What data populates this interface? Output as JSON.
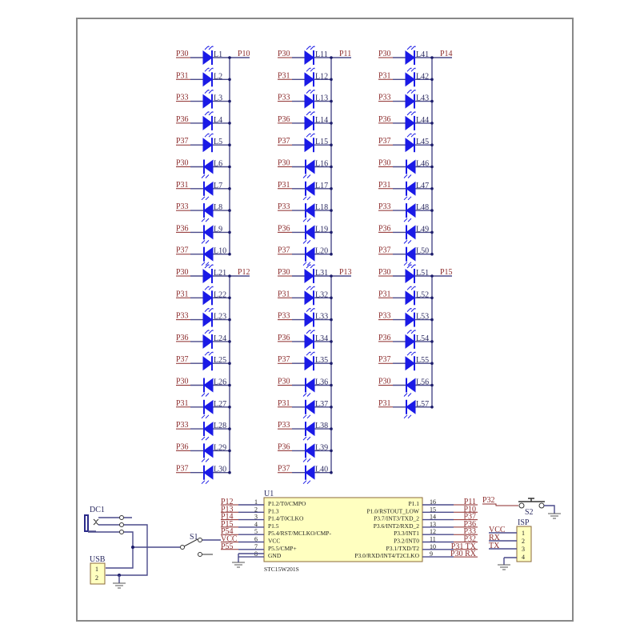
{
  "colors": {
    "net_label": "#8b2a2a",
    "wire": "#4a4a8a",
    "led": "#1a1ae6",
    "component_fill": "#ffffc0"
  },
  "led_columns": [
    {
      "groups": [
        {
          "bus_label": "P10",
          "rows": [
            {
              "net": "P30",
              "ref": "L1",
              "dir": "fwd"
            },
            {
              "net": "P31",
              "ref": "L2",
              "dir": "fwd"
            },
            {
              "net": "P33",
              "ref": "L3",
              "dir": "fwd"
            },
            {
              "net": "P36",
              "ref": "L4",
              "dir": "fwd"
            },
            {
              "net": "P37",
              "ref": "L5",
              "dir": "fwd"
            },
            {
              "net": "P30",
              "ref": "L6",
              "dir": "rev"
            },
            {
              "net": "P31",
              "ref": "L7",
              "dir": "rev"
            },
            {
              "net": "P33",
              "ref": "L8",
              "dir": "rev"
            },
            {
              "net": "P36",
              "ref": "L9",
              "dir": "rev"
            },
            {
              "net": "P37",
              "ref": "L10",
              "dir": "rev"
            }
          ]
        },
        {
          "bus_label": "P12",
          "rows": [
            {
              "net": "P30",
              "ref": "L21",
              "dir": "fwd"
            },
            {
              "net": "P31",
              "ref": "L22",
              "dir": "fwd"
            },
            {
              "net": "P33",
              "ref": "L23",
              "dir": "fwd"
            },
            {
              "net": "P36",
              "ref": "L24",
              "dir": "fwd"
            },
            {
              "net": "P37",
              "ref": "L25",
              "dir": "fwd"
            },
            {
              "net": "P30",
              "ref": "L26",
              "dir": "rev"
            },
            {
              "net": "P31",
              "ref": "L27",
              "dir": "rev"
            },
            {
              "net": "P33",
              "ref": "L28",
              "dir": "rev"
            },
            {
              "net": "P36",
              "ref": "L29",
              "dir": "rev"
            },
            {
              "net": "P37",
              "ref": "L30",
              "dir": "rev"
            }
          ]
        }
      ]
    },
    {
      "groups": [
        {
          "bus_label": "P11",
          "rows": [
            {
              "net": "P30",
              "ref": "L11",
              "dir": "fwd"
            },
            {
              "net": "P31",
              "ref": "L12",
              "dir": "fwd"
            },
            {
              "net": "P33",
              "ref": "L13",
              "dir": "fwd"
            },
            {
              "net": "P36",
              "ref": "L14",
              "dir": "fwd"
            },
            {
              "net": "P37",
              "ref": "L15",
              "dir": "fwd"
            },
            {
              "net": "P30",
              "ref": "L16",
              "dir": "rev"
            },
            {
              "net": "P31",
              "ref": "L17",
              "dir": "rev"
            },
            {
              "net": "P33",
              "ref": "L18",
              "dir": "rev"
            },
            {
              "net": "P36",
              "ref": "L19",
              "dir": "rev"
            },
            {
              "net": "P37",
              "ref": "L20",
              "dir": "rev"
            }
          ]
        },
        {
          "bus_label": "P13",
          "rows": [
            {
              "net": "P30",
              "ref": "L31",
              "dir": "fwd"
            },
            {
              "net": "P31",
              "ref": "L32",
              "dir": "fwd"
            },
            {
              "net": "P33",
              "ref": "L33",
              "dir": "fwd"
            },
            {
              "net": "P36",
              "ref": "L34",
              "dir": "fwd"
            },
            {
              "net": "P37",
              "ref": "L35",
              "dir": "fwd"
            },
            {
              "net": "P30",
              "ref": "L36",
              "dir": "rev"
            },
            {
              "net": "P31",
              "ref": "L37",
              "dir": "rev"
            },
            {
              "net": "P33",
              "ref": "L38",
              "dir": "rev"
            },
            {
              "net": "P36",
              "ref": "L39",
              "dir": "rev"
            },
            {
              "net": "P37",
              "ref": "L40",
              "dir": "rev"
            }
          ]
        }
      ]
    },
    {
      "groups": [
        {
          "bus_label": "P14",
          "rows": [
            {
              "net": "P30",
              "ref": "L41",
              "dir": "fwd"
            },
            {
              "net": "P31",
              "ref": "L42",
              "dir": "fwd"
            },
            {
              "net": "P33",
              "ref": "L43",
              "dir": "fwd"
            },
            {
              "net": "P36",
              "ref": "L44",
              "dir": "fwd"
            },
            {
              "net": "P37",
              "ref": "L45",
              "dir": "fwd"
            },
            {
              "net": "P30",
              "ref": "L46",
              "dir": "rev"
            },
            {
              "net": "P31",
              "ref": "L47",
              "dir": "rev"
            },
            {
              "net": "P33",
              "ref": "L48",
              "dir": "rev"
            },
            {
              "net": "P36",
              "ref": "L49",
              "dir": "rev"
            },
            {
              "net": "P37",
              "ref": "L50",
              "dir": "rev"
            }
          ]
        },
        {
          "bus_label": "P15",
          "rows": [
            {
              "net": "P30",
              "ref": "L51",
              "dir": "fwd"
            },
            {
              "net": "P31",
              "ref": "L52",
              "dir": "fwd"
            },
            {
              "net": "P33",
              "ref": "L53",
              "dir": "fwd"
            },
            {
              "net": "P36",
              "ref": "L54",
              "dir": "fwd"
            },
            {
              "net": "P37",
              "ref": "L55",
              "dir": "fwd"
            },
            {
              "net": "P30",
              "ref": "L56",
              "dir": "rev"
            },
            {
              "net": "P31",
              "ref": "L57",
              "dir": "rev"
            }
          ]
        }
      ]
    }
  ],
  "mcu": {
    "ref": "U1",
    "part": "STC15W201S",
    "left_pins": [
      {
        "num": "1",
        "name": "P1.2/T0/CMPO",
        "net": "P12"
      },
      {
        "num": "2",
        "name": "P1.3",
        "net": "P13"
      },
      {
        "num": "3",
        "name": "P1.4/T0CLKO",
        "net": "P14"
      },
      {
        "num": "4",
        "name": "P1.5",
        "net": "P15"
      },
      {
        "num": "5",
        "name": "P5.4/RST/MCLKO/CMP-",
        "net": "P54"
      },
      {
        "num": "6",
        "name": "VCC",
        "net": "VCC"
      },
      {
        "num": "7",
        "name": "P5.5/CMP+",
        "net": "P55"
      },
      {
        "num": "8",
        "name": "GND",
        "net": ""
      }
    ],
    "right_pins": [
      {
        "num": "16",
        "name": "P1.1",
        "net": "P11"
      },
      {
        "num": "15",
        "name": "P1.0/RSTOUT_LOW",
        "net": "P10"
      },
      {
        "num": "14",
        "name": "P3.7/INT3/TXD_2",
        "net": "P37"
      },
      {
        "num": "13",
        "name": "P3.6/INT2/RXD_2",
        "net": "P36"
      },
      {
        "num": "12",
        "name": "P3.3/INT1",
        "net": "P33"
      },
      {
        "num": "11",
        "name": "P3.2/INT0",
        "net": "P32"
      },
      {
        "num": "10",
        "name": "P3.1/TXD/T2",
        "net": "P31 TX"
      },
      {
        "num": "9",
        "name": "P3.0/RXD/INT4/T2CLKO",
        "net": "P30 RX"
      }
    ]
  },
  "switch_s2": {
    "ref": "S2",
    "net": "P32"
  },
  "isp": {
    "ref": "ISP",
    "pins": [
      {
        "num": "1",
        "net": "VCC"
      },
      {
        "num": "2",
        "net": "RX"
      },
      {
        "num": "3",
        "net": "TX"
      },
      {
        "num": "4",
        "net": ""
      }
    ]
  },
  "power": {
    "dc_ref": "DC1",
    "usb_ref": "USB",
    "usb_pins": [
      "1",
      "2"
    ],
    "switch_ref": "S1"
  }
}
